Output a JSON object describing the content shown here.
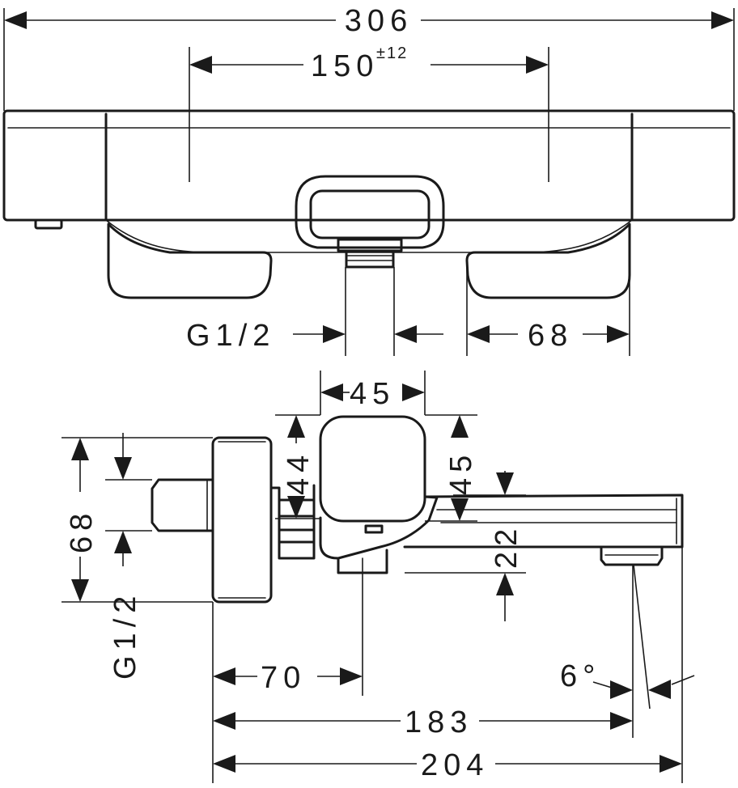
{
  "labels": {
    "total_width": "306",
    "center_distance": "150",
    "center_tolerance": "±12",
    "inlet_thread_front": "G1/2",
    "handle_offset": "68",
    "control_width": "45",
    "connector_height": "44",
    "control_height": "45",
    "body_height": "68",
    "inlet_thread_side": "G1/2",
    "spout_height": "22",
    "wall_to_outlet": "70",
    "wall_to_spout_flow": "183",
    "total_projection": "204",
    "flow_angle": "6°"
  }
}
